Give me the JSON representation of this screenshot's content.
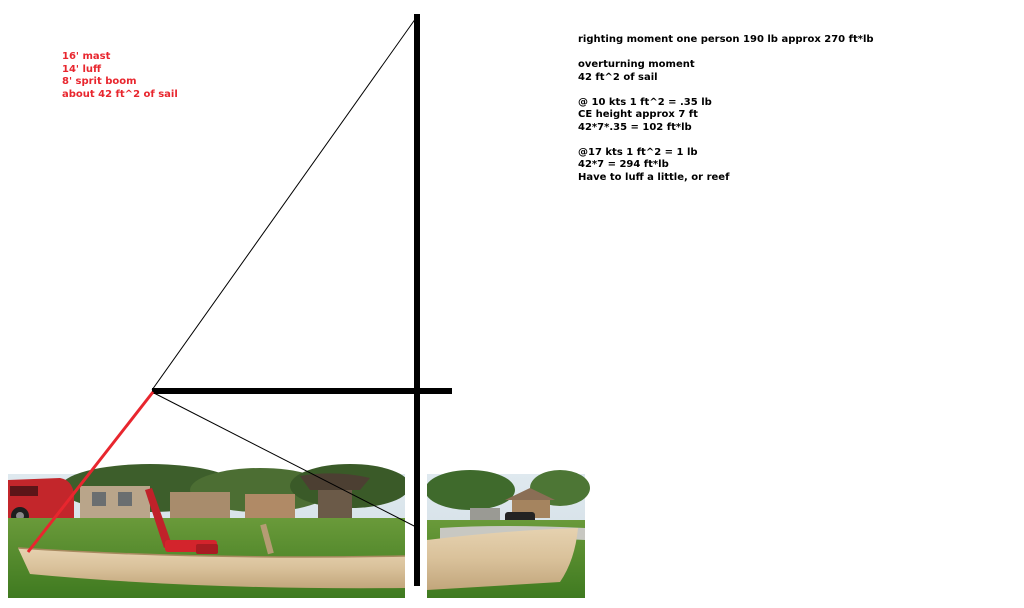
{
  "colors": {
    "red": "#e8262e",
    "black": "#000000"
  },
  "specs": [
    "16' mast",
    "14' luff",
    "8' sprit boom",
    "about 42 ft^2 of sail"
  ],
  "calcs": {
    "righting": "righting moment one person 190 lb approx 270 ft*lb",
    "overturning": "overturning moment",
    "sail_area": "42 ft^2 of sail",
    "ten_kts": "@ 10 kts 1 ft^2 = .35 lb",
    "ce_height": "CE height approx 7 ft",
    "ten_kts_calc": "42*7*.35 = 102 ft*lb",
    "seventeen_kts": "@17 kts 1 ft^2 = 1 lb",
    "seventeen_calc": "42*7 = 294 ft*lb",
    "advice": "Have to luff a little, or reef"
  },
  "photo": {
    "subject": "plywood boat hull on grass lawn"
  }
}
